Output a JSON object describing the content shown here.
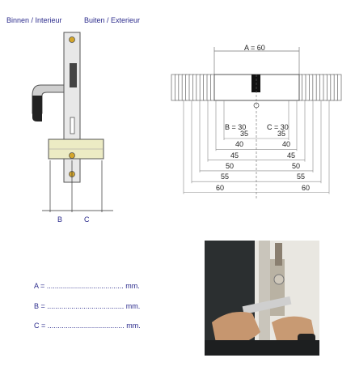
{
  "lock_diagram": {
    "label_inside": "Binnen / Interieur",
    "label_outside": "Buiten / Exterieur",
    "label_b": "B",
    "label_c": "C"
  },
  "cylinder_diagram": {
    "label_a": "A = 60",
    "label_b30": "B = 30",
    "label_c30": "C = 30",
    "left_sizes": [
      "35",
      "40",
      "45",
      "50",
      "55",
      "60"
    ],
    "right_sizes": [
      "35",
      "40",
      "45",
      "50",
      "55",
      "60"
    ]
  },
  "form": {
    "a": "A = ...................................... mm.",
    "b": "B = ...................................... mm.",
    "c": "C = ...................................... mm."
  }
}
